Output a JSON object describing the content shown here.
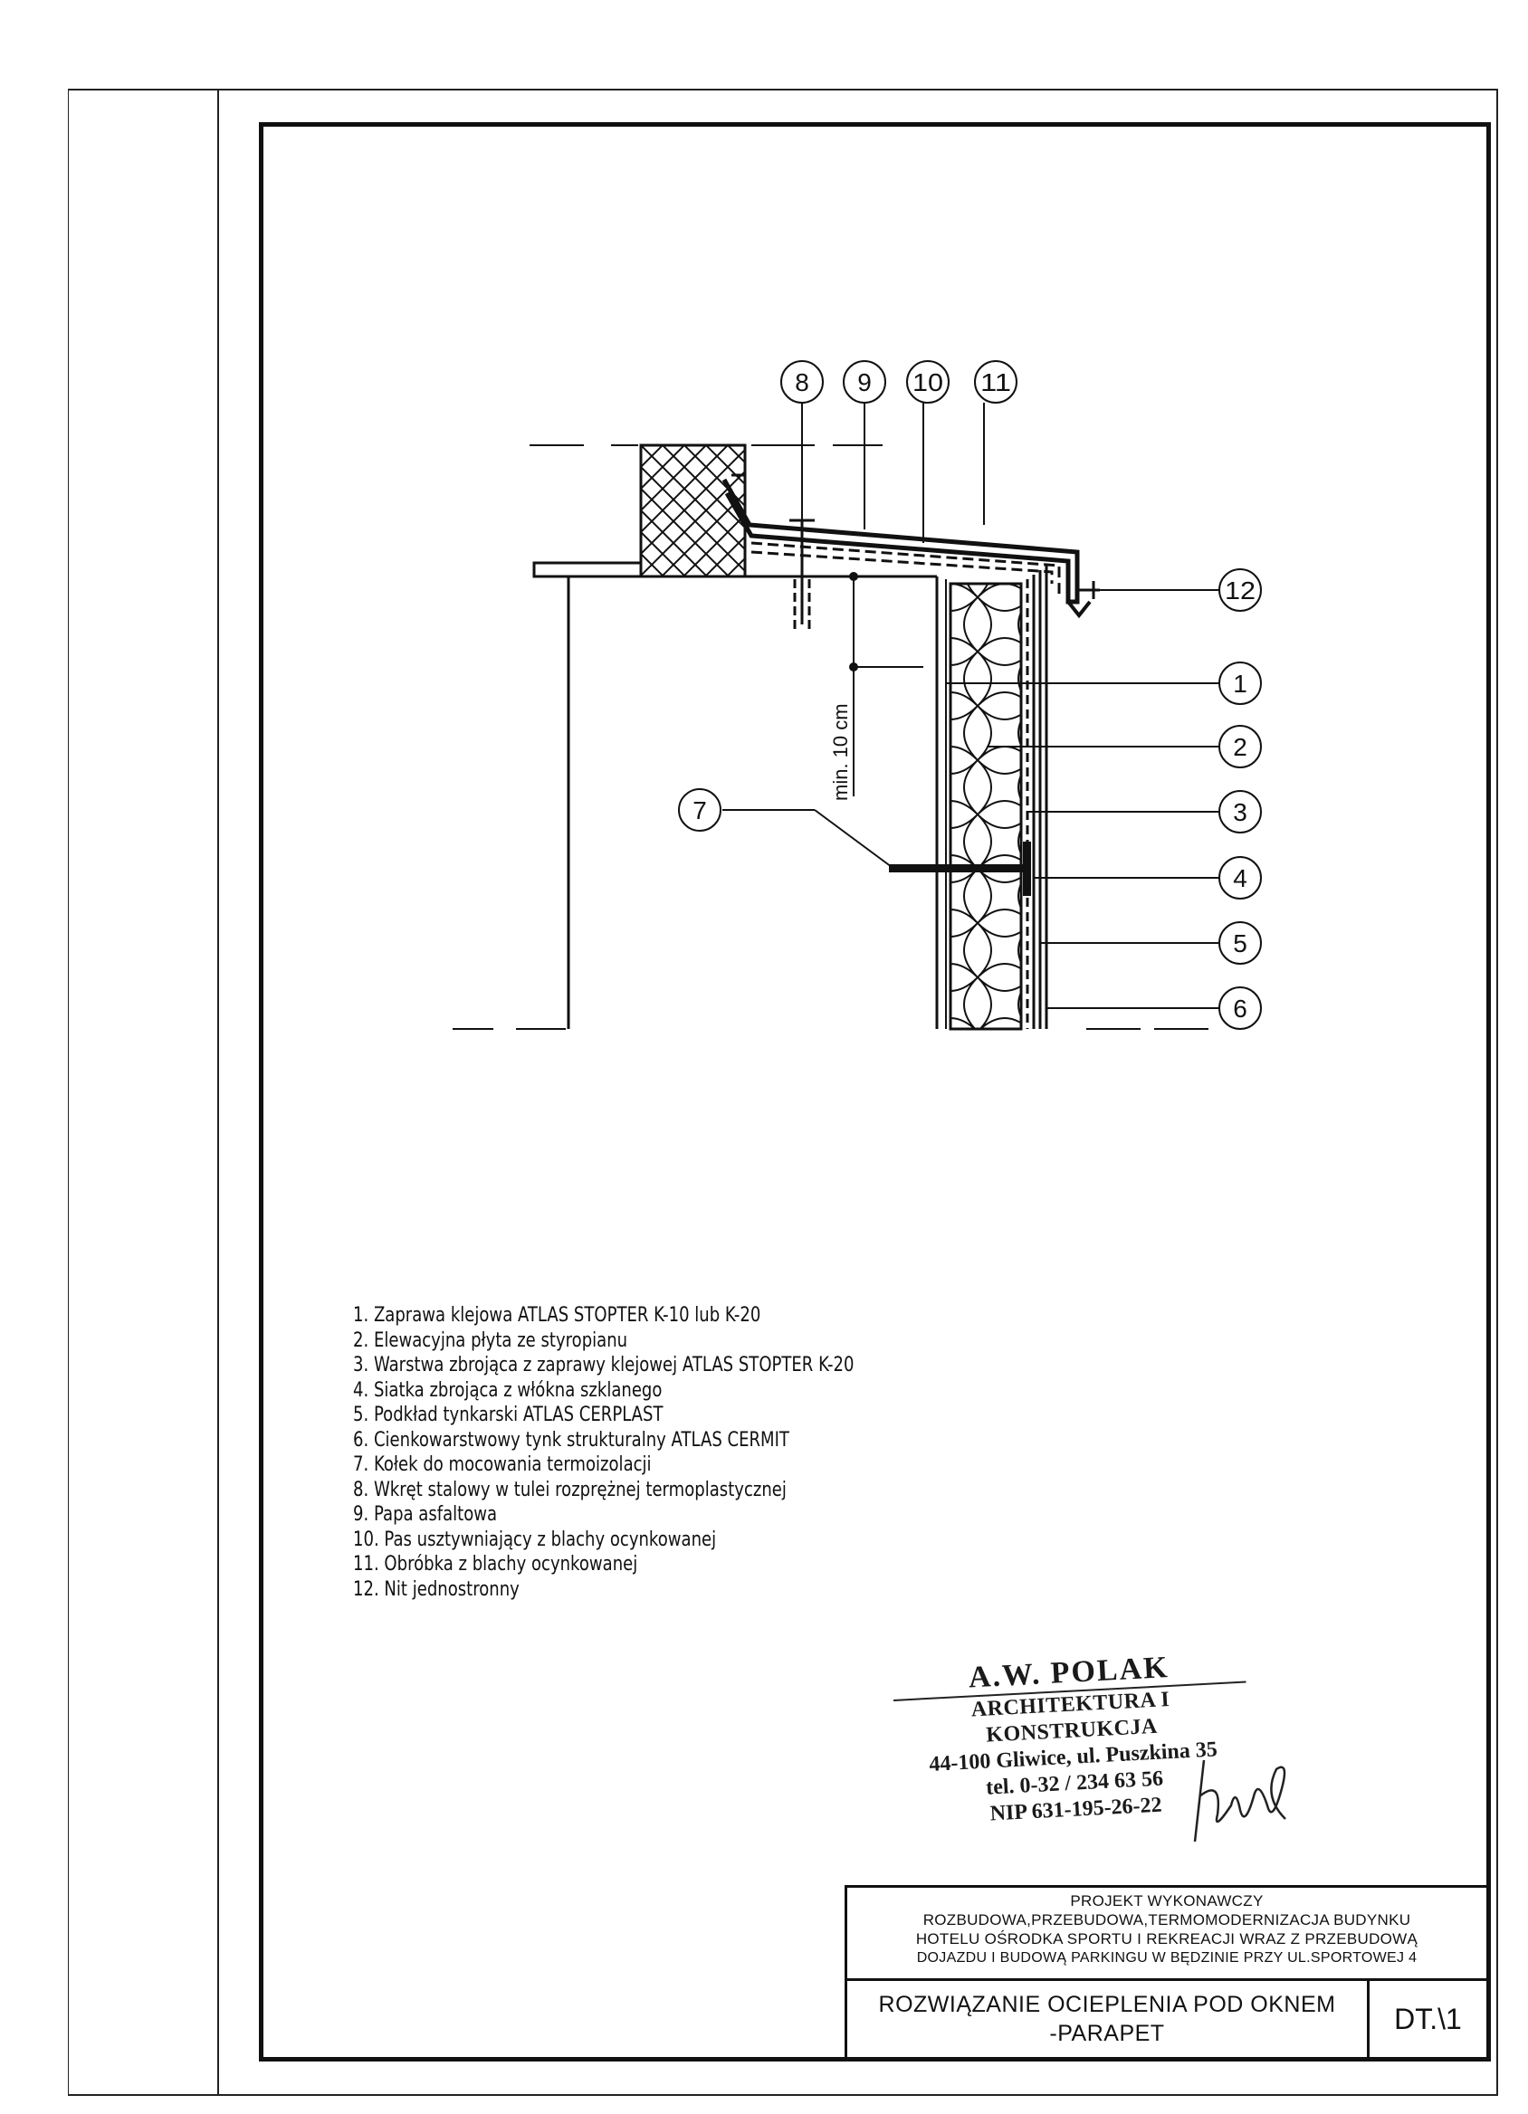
{
  "callouts": {
    "c1": "1",
    "c2": "2",
    "c3": "3",
    "c4": "4",
    "c5": "5",
    "c6": "6",
    "c7": "7",
    "c8": "8",
    "c9": "9",
    "c10": "10",
    "c11": "11",
    "c12": "12"
  },
  "dimension_label": "min. 10 cm",
  "legend": [
    "1. Zaprawa klejowa ATLAS STOPTER K-10 lub K-20",
    "2. Elewacyjna płyta ze styropianu",
    "3. Warstwa zbrojąca z zaprawy klejowej ATLAS STOPTER K-20",
    "4. Siatka zbrojąca z włókna szklanego",
    "5. Podkład tynkarski ATLAS CERPLAST",
    "6. Cienkowarstwowy tynk strukturalny ATLAS CERMIT",
    "7. Kołek do mocowania termoizolacji",
    "8. Wkręt stalowy w tulei rozprężnej termoplastycznej",
    "9. Papa asfaltowa",
    "10. Pas usztywniający z blachy ocynkowanej",
    "11. Obróbka z blachy ocynkowanej",
    "12. Nit jednostronny"
  ],
  "stamp": {
    "name": "A.W. POLAK",
    "line1": "ARCHITEKTURA I KONSTRUKCJA",
    "line2": "44-100 Gliwice, ul. Puszkina 35",
    "line3": "tel. 0-32 / 234 63 56",
    "line4": "NIP 631-195-26-22"
  },
  "titleblock": {
    "project_type": "PROJEKT WYKONAWCZY",
    "project_line1": "ROZBUDOWA,PRZEBUDOWA,TERMOMODERNIZACJA BUDYNKU",
    "project_line2": "HOTELU OŚRODKA SPORTU I REKREACJI WRAZ Z PRZEBUDOWĄ",
    "project_line3": "DOJAZDU I BUDOWĄ PARKINGU W BĘDZINIE PRZY UL.SPORTOWEJ 4",
    "sheet_title_line1": "ROZWIĄZANIE OCIEPLENIA POD OKNEM",
    "sheet_title_line2": "-PARAPET",
    "sheet_code": "DT.\\1"
  }
}
